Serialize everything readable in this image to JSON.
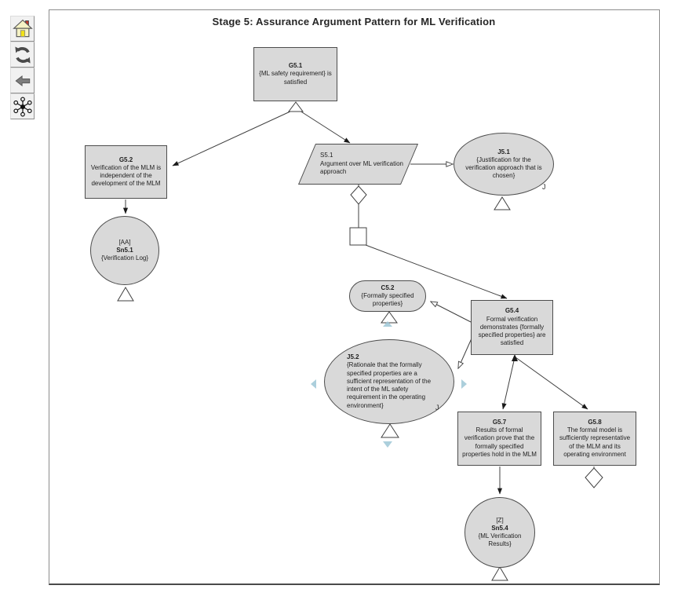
{
  "title": "Stage 5: Assurance Argument Pattern for ML Verification",
  "toolbar": {
    "buttons": [
      {
        "name": "home",
        "icon": "home-icon"
      },
      {
        "name": "refresh",
        "icon": "refresh-icon"
      },
      {
        "name": "back",
        "icon": "back-arrow-icon"
      },
      {
        "name": "graph-view",
        "icon": "graph-network-icon"
      }
    ]
  },
  "nodes": {
    "g5_1": {
      "id": "G5.1",
      "text": "{ML safety requirement} is satisfied"
    },
    "g5_2": {
      "id": "G5.2",
      "text": "Verification of the MLM is independent of the development of the MLM"
    },
    "s5_1": {
      "id": "S5.1",
      "text": "Argument over ML verification approach"
    },
    "j5_1": {
      "id": "J5.1",
      "text": "{Justification for the verification approach that is chosen}",
      "marker": "J"
    },
    "sn5_1": {
      "ref": "[AA]",
      "id": "Sn5.1",
      "text": "{Verification Log}"
    },
    "c5_2": {
      "id": "C5.2",
      "text": "{Formally specified properties}"
    },
    "j5_2": {
      "id": "J5.2",
      "text": "{Rationale that the formally specified properties are a sufficient representation of the intent of the ML safety requirement in the operating environment}",
      "marker": "J"
    },
    "g5_4": {
      "id": "G5.4",
      "text": "Formal verification demonstrates {formally specified properties} are satisfied"
    },
    "g5_7": {
      "id": "G5.7",
      "text": "Results of formal verification prove that the formally specified properties hold in the MLM"
    },
    "g5_8": {
      "id": "G5.8",
      "text": "The formal model is sufficiently representative of the MLM and its operating environment"
    },
    "sn5_4": {
      "ref": "[Z]",
      "id": "Sn5.4",
      "text": "{ML Verification Results}"
    }
  },
  "edges": [
    {
      "from": "G5.1",
      "to": "G5.2",
      "type": "supported-by"
    },
    {
      "from": "G5.1",
      "to": "S5.1",
      "type": "supported-by"
    },
    {
      "from": "G5.2",
      "to": "Sn5.1",
      "type": "supported-by"
    },
    {
      "from": "S5.1",
      "to": "J5.1",
      "type": "in-context-of"
    },
    {
      "from": "S5.1",
      "to": "G5.4",
      "type": "supported-by-choice"
    },
    {
      "from": "G5.4",
      "to": "C5.2",
      "type": "in-context-of"
    },
    {
      "from": "G5.4",
      "to": "J5.2",
      "type": "in-context-of"
    },
    {
      "from": "G5.4",
      "to": "G5.7",
      "type": "supported-by"
    },
    {
      "from": "G5.4",
      "to": "G5.8",
      "type": "supported-by"
    },
    {
      "from": "G5.7",
      "to": "Sn5.4",
      "type": "supported-by"
    }
  ],
  "nav_arrows": [
    "up-nav-arrow",
    "left-nav-arrow",
    "right-nav-arrow",
    "down-nav-arrow"
  ],
  "colors": {
    "node_fill": "#d9d9d9",
    "node_border": "#4d4d4d",
    "connector": "#404040",
    "nav_arrow": "#9ec7d6",
    "canvas_border": "#8c8c8c"
  }
}
